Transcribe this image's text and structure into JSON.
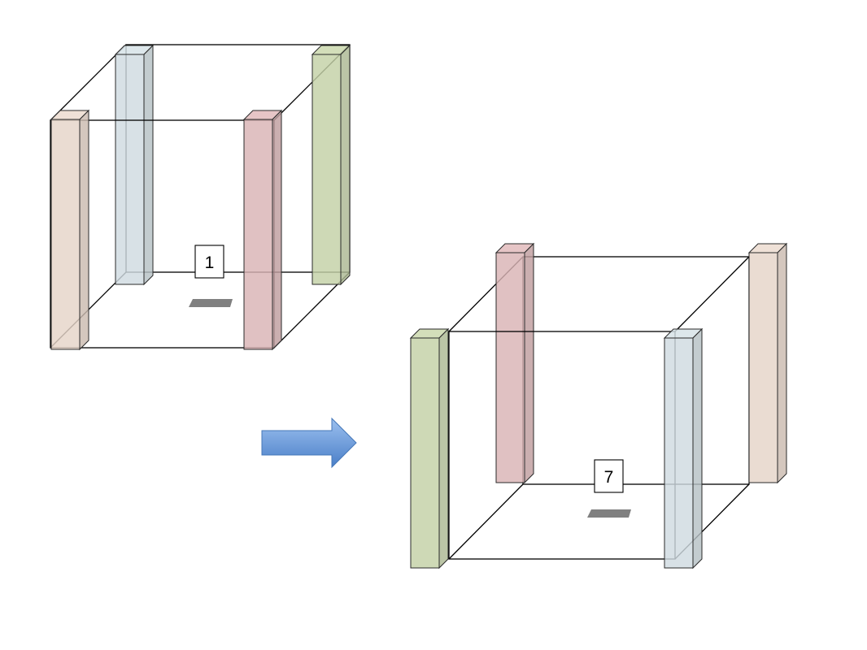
{
  "colors": {
    "background": "#ffffff",
    "edge": "#000000",
    "marker": "#808080",
    "arrow_light": "#8db4ea",
    "arrow_dark": "#4f81bd",
    "beige": "#e5d4c8",
    "blue_gray": "#cfdbe0",
    "rose": "#d9b3b5",
    "green": "#c3d1a6"
  },
  "left_room": {
    "label": "1",
    "posts": [
      "beige",
      "blue_gray",
      "rose",
      "green"
    ]
  },
  "right_room": {
    "label": "7",
    "posts": [
      "green",
      "rose",
      "blue_gray",
      "beige"
    ]
  },
  "arrow": {
    "icon": "right-arrow-icon"
  }
}
